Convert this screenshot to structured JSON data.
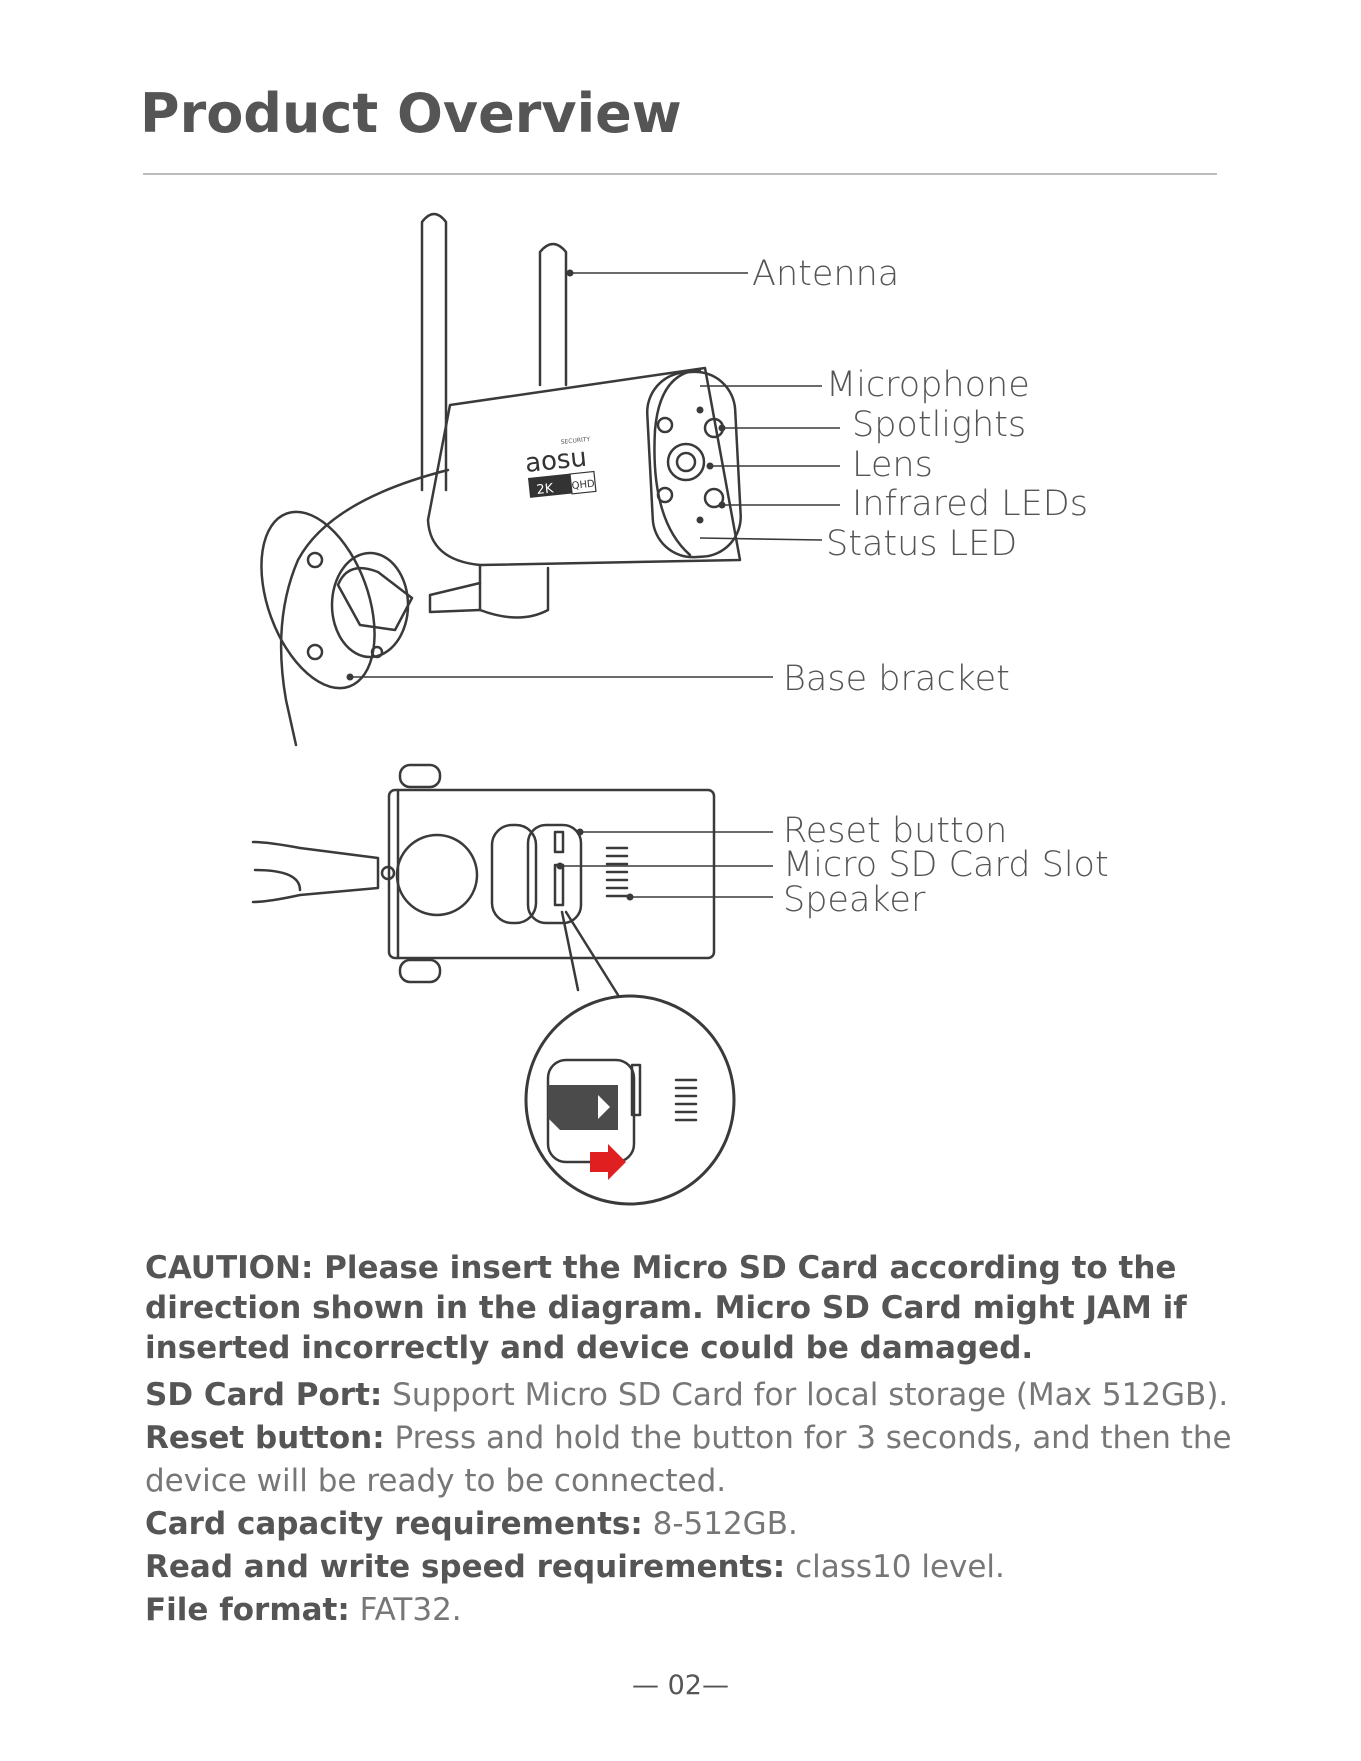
{
  "page": {
    "title": "Product  Overview",
    "page_number": "— 02—"
  },
  "callouts": {
    "antenna": "Antenna",
    "microphone": "Microphone",
    "spotlights": "Spotlights",
    "lens": "Lens",
    "infrared": "Infrared LEDs",
    "status_led": "Status LED",
    "base_bracket": "Base bracket",
    "reset_button": "Reset button",
    "sd_slot": "Micro SD Card Slot",
    "speaker": "Speaker"
  },
  "device_marks": {
    "brand_small": "SECURITY",
    "brand": "aosu",
    "resolution": "2K",
    "quality": "QHD"
  },
  "caution": "CAUTION: Please insert the Micro SD Card according to the direction shown in the diagram. Micro SD Card might JAM if inserted incorrectly and device could be damaged.",
  "specs": [
    {
      "label": "SD Card Port:",
      "value": " Support Micro SD Card for local storage (Max 512GB)."
    },
    {
      "label": "Reset button:",
      "value": " Press and hold the button for 3 seconds, and then the device will be ready to be connected."
    },
    {
      "label": "Card capacity requirements:",
      "value": " 8-512GB."
    },
    {
      "label": "Read and write speed requirements:",
      "value": " class10 level."
    },
    {
      "label": "File format:",
      "value": " FAT32."
    }
  ],
  "colors": {
    "text": "#555555",
    "line_art": "#3a3a3a",
    "arrow_red": "#e02020"
  }
}
